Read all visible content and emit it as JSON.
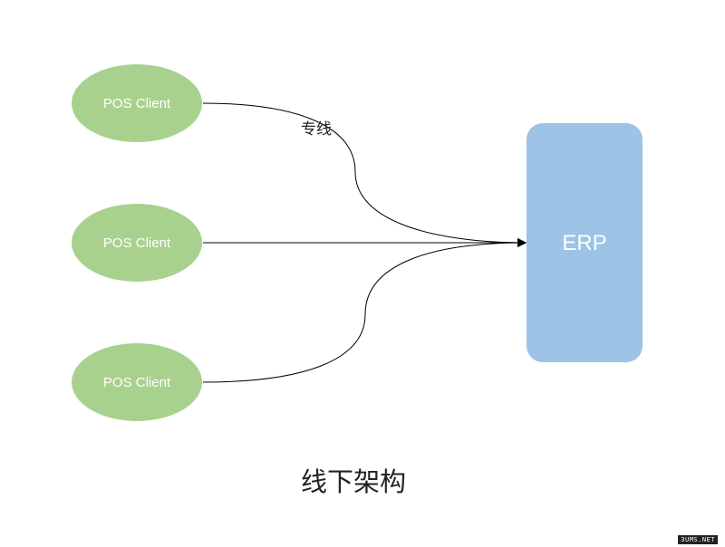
{
  "nodes": {
    "clients": [
      {
        "label": "POS Client"
      },
      {
        "label": "POS Client"
      },
      {
        "label": "POS Client"
      }
    ],
    "server": {
      "label": "ERP"
    }
  },
  "edges": {
    "top_label": "专线"
  },
  "caption": "线下架构",
  "watermark": "3UMS.NET",
  "colors": {
    "client_fill": "#a9d18e",
    "server_fill": "#9dc3e6",
    "line": "#000000"
  }
}
